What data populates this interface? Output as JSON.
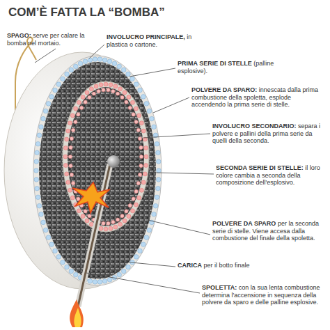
{
  "diagram": {
    "title": "COM’È FATTA LA “BOMBA”",
    "labels": [
      "SPAGO:",
      "serve per calare la bomba nel mortaio.",
      "INVOLUCRO PRINCIPALE,",
      "in plastica o cartone.",
      "PRIMA SERIE DI STELLE",
      "(palline esplosive).",
      "POLVERE DA SPARO:",
      "innescata dalla prima combustione della spoletta, esplode accendendo la prima serie di stelle.",
      "INVOLUCRO SECONDARIO:",
      "separa i polvere e pallini della prima serie da quelli della seconda.",
      "SECONDA SERIE DI STELLE:",
      "il loro colore cambia a seconda della composizione dell'esplosivo.",
      "POLVERE DA SPARO",
      "per la seconda serie di stelle. Viene accesa dalla combustione del finale della spoletta.",
      "CARICA",
      "per il botto finale",
      "SPOLETTA:",
      "con la sua lenta combustione determina l'accensione in sequenza della polvere da sparo e delle palline esplosive."
    ]
  }
}
